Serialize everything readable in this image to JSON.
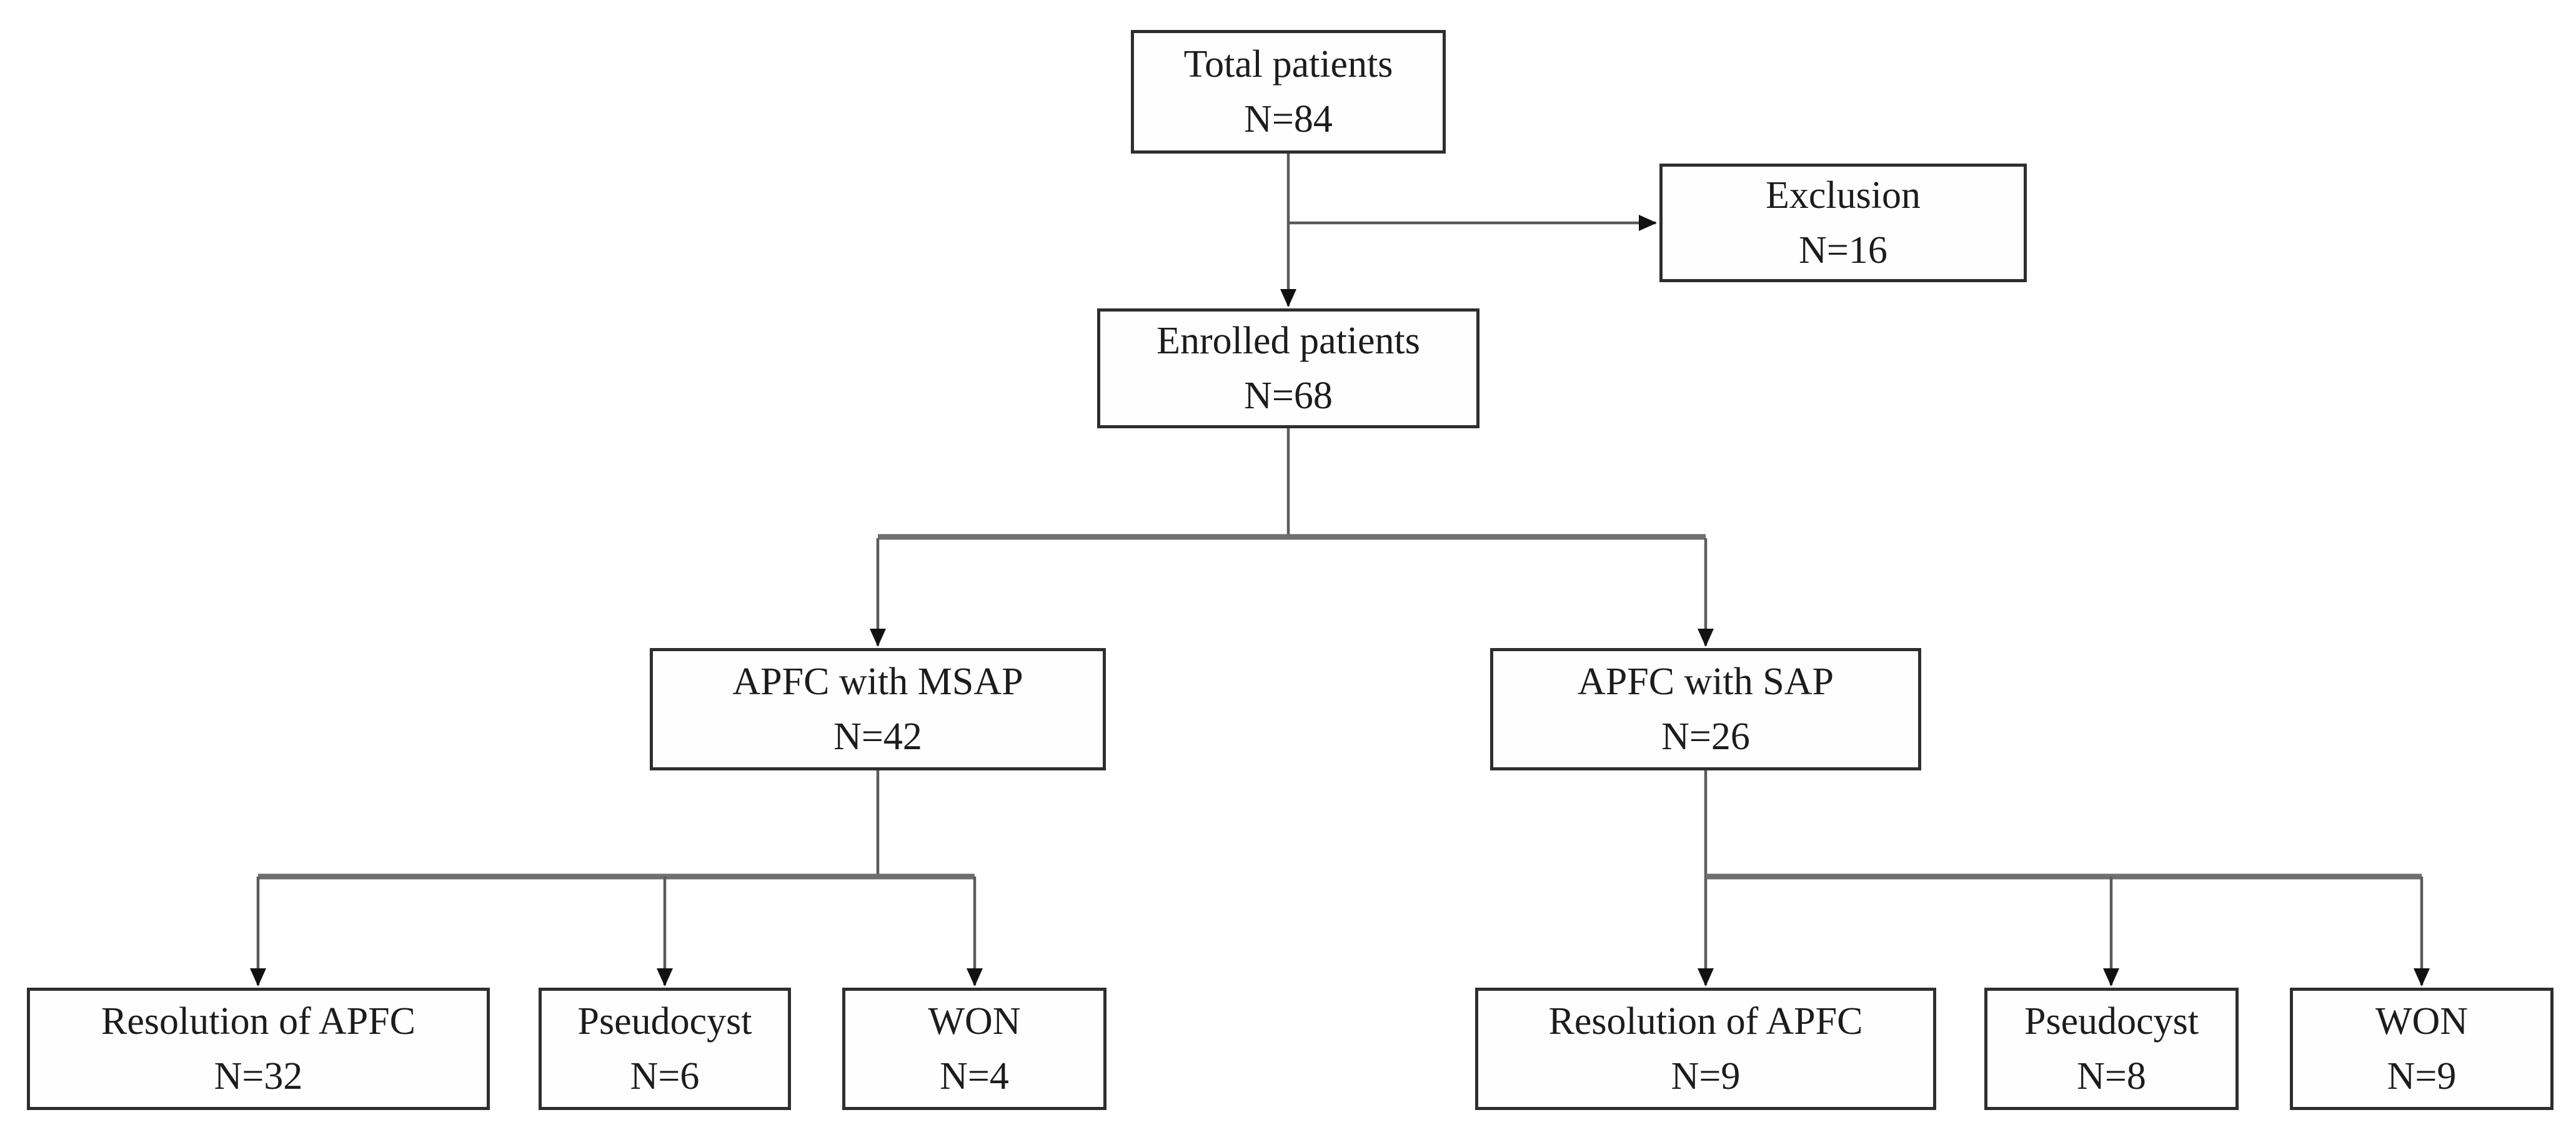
{
  "figure": {
    "background": "#ffffff",
    "box_fill": "#fefefe",
    "box_border_color": "#2e2e2e",
    "connector_color": "#5a5a5a",
    "branch_line_color": "#6f6f6f",
    "arrowhead_color": "#111111",
    "text_color": "#1c1c1c"
  },
  "nodes": {
    "total": {
      "label": "Total patients",
      "count": "N=84"
    },
    "exclusion": {
      "label": "Exclusion",
      "count": "N=16"
    },
    "enrolled": {
      "label": "Enrolled patients",
      "count": "N=68"
    },
    "msap": {
      "label": "APFC with MSAP",
      "count": "N=42"
    },
    "sap": {
      "label": "APFC with SAP",
      "count": "N=26"
    },
    "res_msap": {
      "label": "Resolution of APFC",
      "count": "N=32"
    },
    "pseudo_msap": {
      "label": "Pseudocyst",
      "count": "N=6"
    },
    "won_msap": {
      "label": "WON",
      "count": "N=4"
    },
    "res_sap": {
      "label": "Resolution of APFC",
      "count": "N=9"
    },
    "pseudo_sap": {
      "label": "Pseudocyst",
      "count": "N=8"
    },
    "won_sap": {
      "label": "WON",
      "count": "N=9"
    }
  },
  "edges": [
    {
      "from": "total",
      "to": "exclusion"
    },
    {
      "from": "total",
      "to": "enrolled"
    },
    {
      "from": "enrolled",
      "to": "msap"
    },
    {
      "from": "enrolled",
      "to": "sap"
    },
    {
      "from": "msap",
      "to": "res_msap"
    },
    {
      "from": "msap",
      "to": "pseudo_msap"
    },
    {
      "from": "msap",
      "to": "won_msap"
    },
    {
      "from": "sap",
      "to": "res_sap"
    },
    {
      "from": "sap",
      "to": "pseudo_sap"
    },
    {
      "from": "sap",
      "to": "won_sap"
    }
  ]
}
